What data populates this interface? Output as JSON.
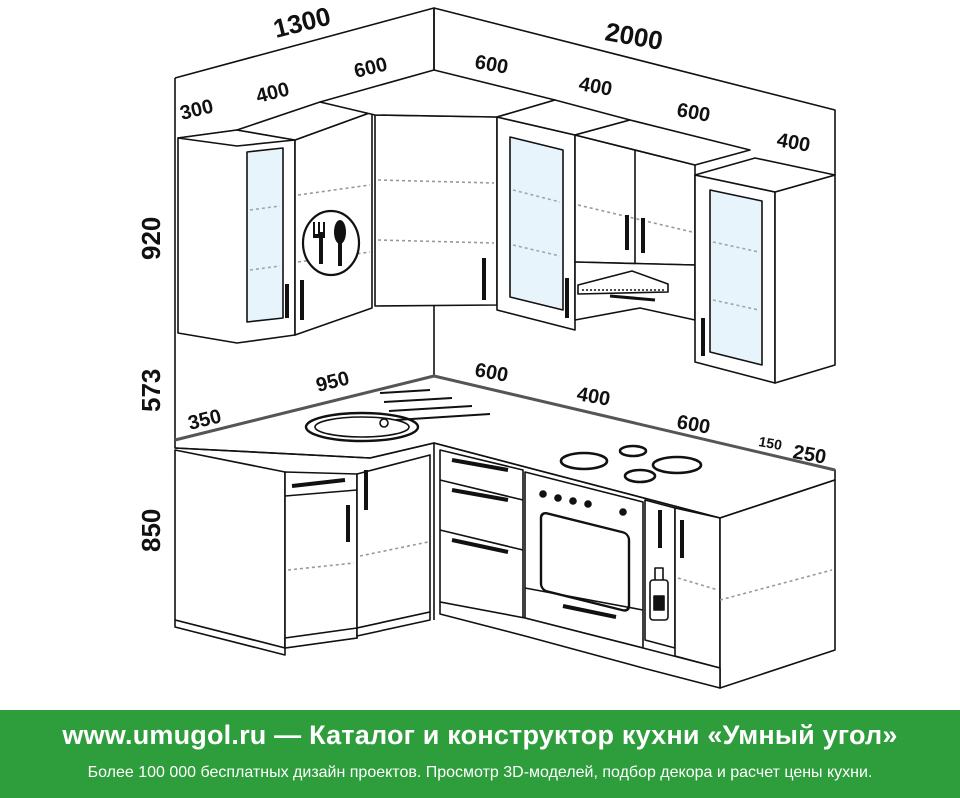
{
  "dimensions": {
    "width_left_total": "1300",
    "width_right_total": "2000",
    "upper_left_300": "300",
    "upper_left_400": "400",
    "upper_corner_left_600": "600",
    "upper_corner_right_600": "600",
    "upper_right_400": "400",
    "upper_right_600": "600",
    "upper_right_end_400": "400",
    "height_upper": "920",
    "height_gap": "573",
    "height_lower": "850",
    "lower_left_350": "350",
    "lower_left_950": "950",
    "lower_right_600": "600",
    "lower_right_400": "400",
    "lower_right_600b": "600",
    "lower_right_150": "150",
    "lower_right_250": "250"
  },
  "banner": {
    "title": "www.umugol.ru — Каталог и конструктор кухни «Умный угол»",
    "subtitle": "Более 100 000 бесплатных дизайн проектов. Просмотр 3D-моделей, подбор декора и расчет цены кухни."
  },
  "colors": {
    "banner_bg": "#2e9e3c",
    "outline": "#111111",
    "glass": "#e8f4fb"
  }
}
